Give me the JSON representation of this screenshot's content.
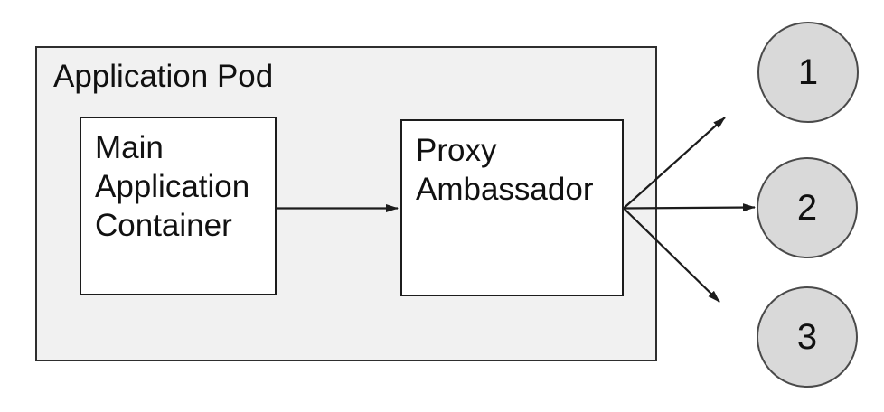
{
  "pod": {
    "label": "Application Pod"
  },
  "boxes": [
    {
      "label": "Main Application Container"
    },
    {
      "label": "Proxy Ambassador"
    }
  ],
  "nodes": [
    {
      "label": "1"
    },
    {
      "label": "2"
    },
    {
      "label": "3"
    }
  ],
  "connections": [
    {
      "from": "Main Application Container",
      "to": "Proxy Ambassador"
    },
    {
      "from": "Proxy Ambassador",
      "to": "1"
    },
    {
      "from": "Proxy Ambassador",
      "to": "2"
    },
    {
      "from": "Proxy Ambassador",
      "to": "3"
    }
  ],
  "colors": {
    "pod_fill": "#f1f1f1",
    "pod_border": "#2e2e2e",
    "box_fill": "#ffffff",
    "box_border": "#1c1c1c",
    "circle_fill": "#d9d9d9",
    "circle_border": "#4a4a4a",
    "arrow": "#1c1c1c",
    "text": "#111111",
    "page_bg": "#ffffff"
  }
}
